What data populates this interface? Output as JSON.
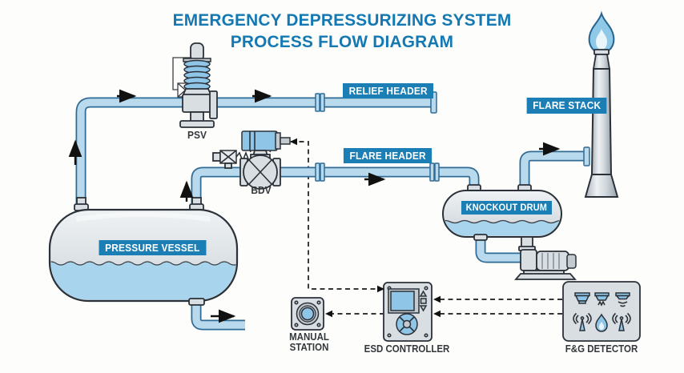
{
  "title": {
    "line1": "EMERGENCY DEPRESSURIZING SYSTEM",
    "line2": "PROCESS FLOW DIAGRAM"
  },
  "labels": {
    "relief_header": "RELIEF HEADER",
    "flare_header": "FLARE HEADER",
    "flare_stack": "FLARE STACK",
    "knockout_drum": "KNOCKOUT DRUM",
    "pressure_vessel": "PRESSURE VESSEL",
    "psv": "PSV",
    "bdv": "BDV",
    "manual_station": "MANUAL\nSTATION",
    "esd_controller": "ESD CONTROLLER",
    "fg_detector": "F&G DETECTOR"
  },
  "icons": {
    "esd_controller": [
      "display-screen",
      "up-button",
      "menu-button",
      "down-button",
      "navigation-dial"
    ],
    "fg_detector": [
      "smoke-detector",
      "gas-detector",
      "heat-detector",
      "wireless-detector",
      "flame-detector",
      "wireless-detector"
    ],
    "flare_stack": "flame",
    "manual_station": "push-button"
  },
  "colors": {
    "label_background": "#1b7eb4",
    "title_text": "#1478b2",
    "pipe_fill": "#b9d9ec",
    "pipe_outline": "#2f6b94",
    "liquid": "#a9d4ee",
    "equipment_metal": "#d9dee2",
    "flame_blue": "#8ec9e8",
    "outline_dark": "#2b3138"
  }
}
